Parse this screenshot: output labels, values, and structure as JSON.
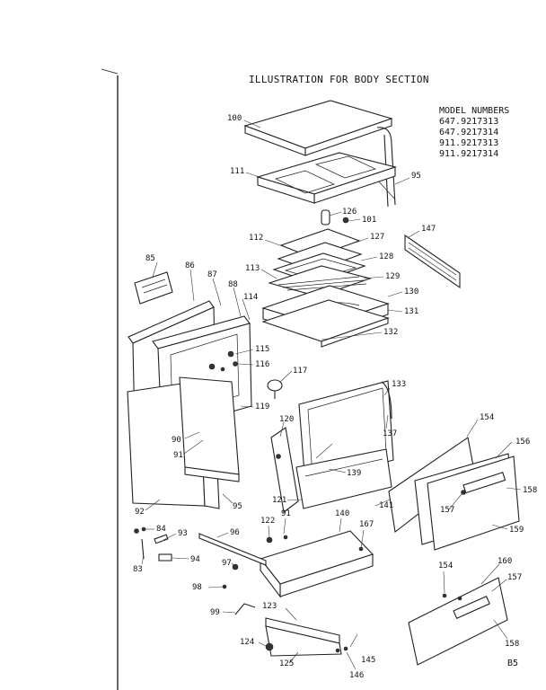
{
  "title": "ILLUSTRATION FOR BODY SECTION",
  "model_header": "MODEL NUMBERS",
  "models": [
    "647.9217313",
    "647.9217314",
    "911.9217313",
    "911.9217314"
  ],
  "page_ref": "B5",
  "part_labels": [
    "100",
    "95",
    "111",
    "126",
    "101",
    "147",
    "112",
    "127",
    "128",
    "85",
    "86",
    "87",
    "88",
    "113",
    "129",
    "130",
    "114",
    "131",
    "132",
    "115",
    "116",
    "117",
    "133",
    "119",
    "137",
    "120",
    "154",
    "90",
    "156",
    "91",
    "139",
    "158",
    "92",
    "95",
    "121",
    "141",
    "157",
    "91",
    "140",
    "159",
    "84",
    "122",
    "167",
    "93",
    "96",
    "83",
    "94",
    "97",
    "154",
    "160",
    "157",
    "98",
    "99",
    "123",
    "124",
    "125",
    "145",
    "146",
    "158"
  ]
}
